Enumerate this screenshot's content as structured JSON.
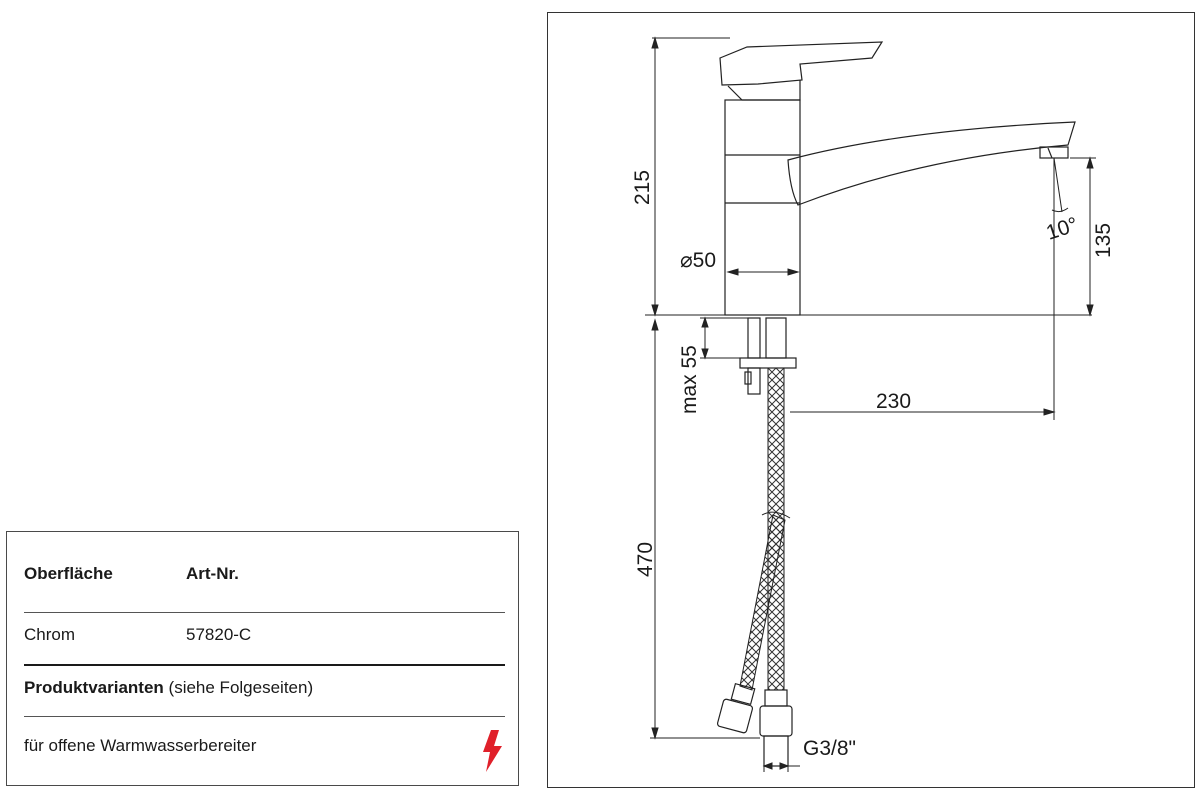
{
  "table": {
    "col_surface_header": "Oberfläche",
    "col_article_header": "Art-Nr.",
    "rows": [
      {
        "surface": "Chrom",
        "article_no": "57820-C"
      }
    ],
    "variants_label_bold": "Produktvarianten",
    "variants_label_rest": " (siehe Folgeseiten)",
    "feature_text": "für offene Warmwasserbereiter",
    "feature_icon": "lightning-icon",
    "feature_icon_color": "#e0202a"
  },
  "drawing": {
    "dimensions": {
      "height_total": "215",
      "body_diameter": "⌀50",
      "spout_height": "135",
      "spout_angle": "10°",
      "max_thickness": "max 55",
      "spout_reach": "230",
      "hose_length": "470",
      "thread": "G3/8\""
    }
  }
}
